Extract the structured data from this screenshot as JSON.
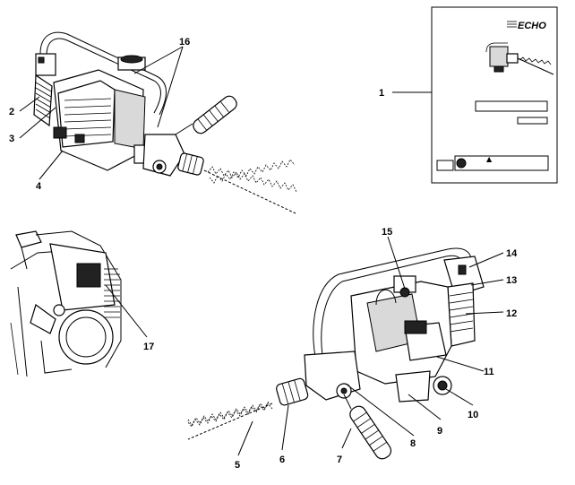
{
  "manual_card": {
    "brand": "ECHO",
    "warning_symbol": "▲",
    "icon": "hedge-trimmer-illustration"
  },
  "callouts": [
    {
      "id": "1",
      "label": "1"
    },
    {
      "id": "2",
      "label": "2"
    },
    {
      "id": "3",
      "label": "3"
    },
    {
      "id": "4",
      "label": "4"
    },
    {
      "id": "5",
      "label": "5"
    },
    {
      "id": "6",
      "label": "6"
    },
    {
      "id": "7",
      "label": "7"
    },
    {
      "id": "8",
      "label": "8"
    },
    {
      "id": "9",
      "label": "9"
    },
    {
      "id": "10",
      "label": "10"
    },
    {
      "id": "11",
      "label": "11"
    },
    {
      "id": "12",
      "label": "12"
    },
    {
      "id": "13",
      "label": "13"
    },
    {
      "id": "14",
      "label": "14"
    },
    {
      "id": "15",
      "label": "15"
    },
    {
      "id": "16",
      "label": "16"
    },
    {
      "id": "17",
      "label": "17"
    }
  ]
}
